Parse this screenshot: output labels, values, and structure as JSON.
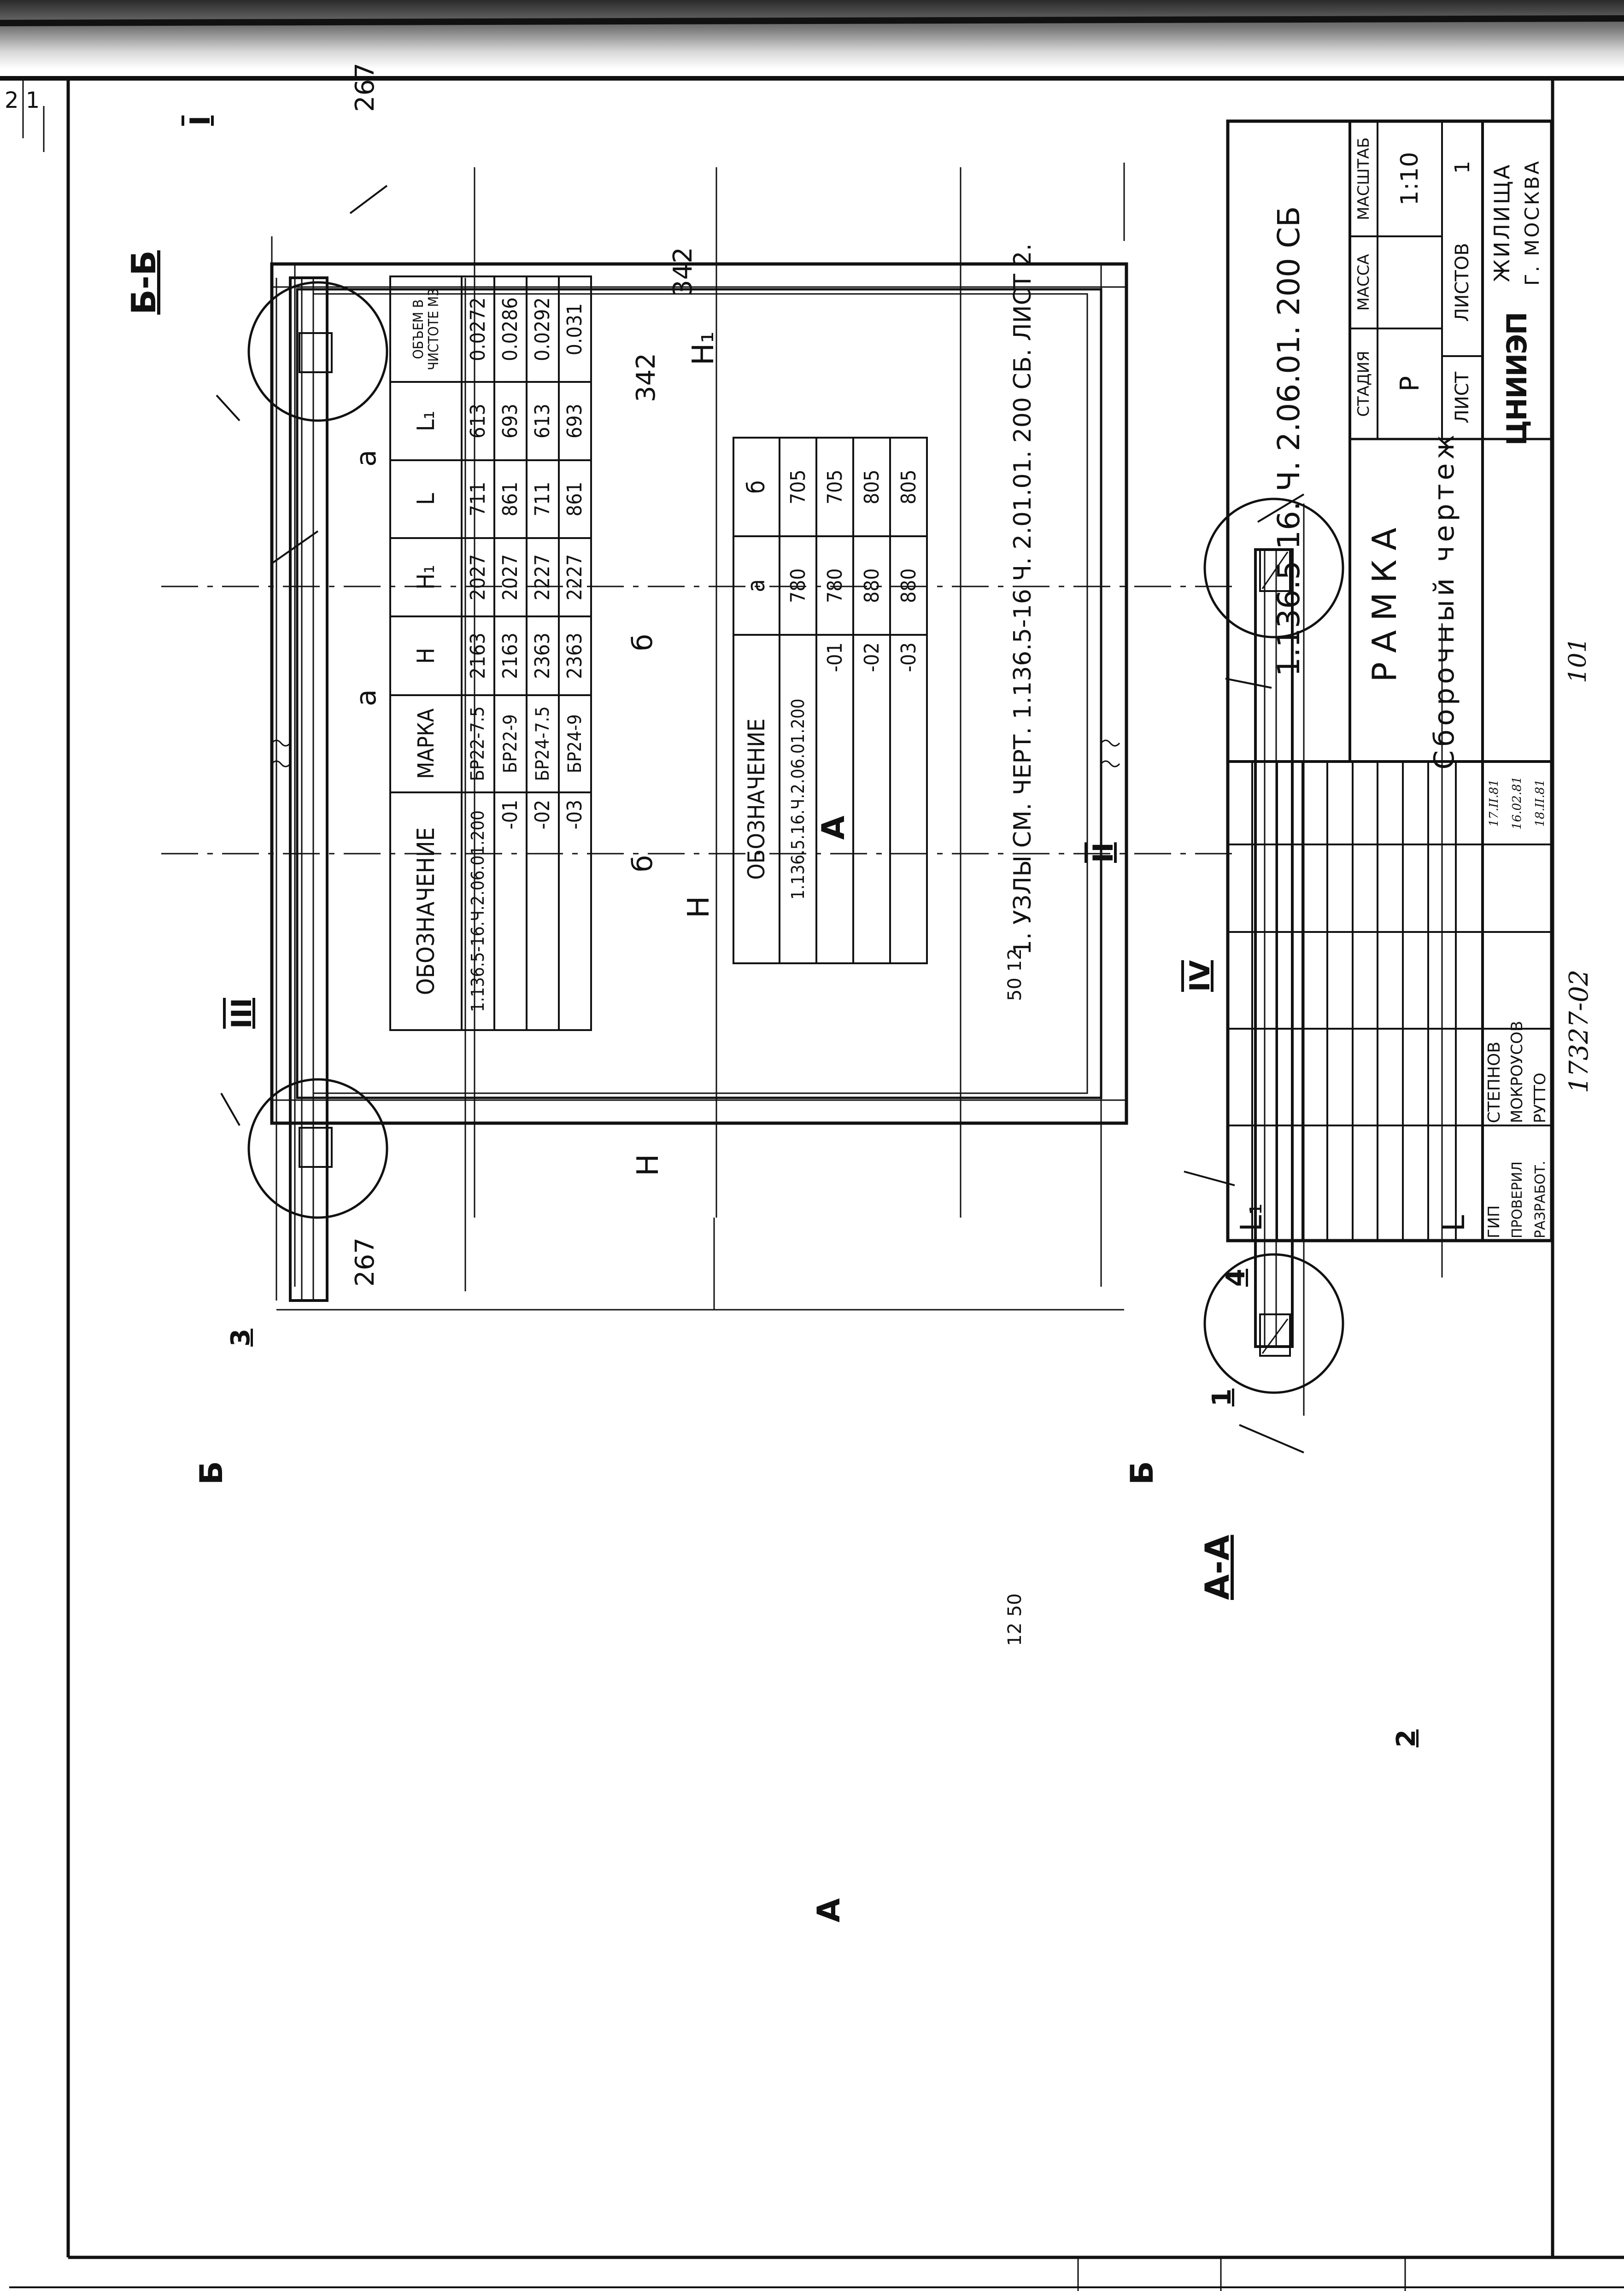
{
  "sheet": {
    "corner_mark": "2 1",
    "archive_number": "17327-02",
    "page_number": "101"
  },
  "notes": {
    "note_1": "1. УЗЛЫ СМ. ЧЕРТ. 1.136.5-16 Ч. 2.01.01. 200 СБ. ЛИСТ 2."
  },
  "table_1": {
    "headers": [
      "ОБОЗНАЧЕНИЕ",
      "МАРКА",
      "H",
      "H₁",
      "L",
      "L₁",
      "ОБЪЕМ В ЧИСТОТЕ М3"
    ],
    "rows": [
      [
        "1.136.5-16.Ч.2.06.01.200",
        "БР22-7.5",
        "2163",
        "2027",
        "711",
        "613",
        "0.0272"
      ],
      [
        "-01",
        "БР22-9",
        "2163",
        "2027",
        "861",
        "693",
        "0.0286"
      ],
      [
        "-02",
        "БР24-7.5",
        "2363",
        "2227",
        "711",
        "613",
        "0.0292"
      ],
      [
        "-03",
        "БР24-9",
        "2363",
        "2227",
        "861",
        "693",
        "0.031"
      ]
    ]
  },
  "table_2": {
    "headers": [
      "ОБОЗНАЧЕНИЕ",
      "а",
      "б"
    ],
    "rows": [
      [
        "1.136.5.16.Ч.2.06.01.200",
        "780",
        "705"
      ],
      [
        "-01",
        "780",
        "705"
      ],
      [
        "-02",
        "880",
        "805"
      ],
      [
        "-03",
        "880",
        "805"
      ]
    ]
  },
  "title_block": {
    "document_code": "1.136.5-16. Ч. 2.06.01. 200 СБ",
    "title": "РАМКА",
    "subtitle": "Сборочный чертеж",
    "stage_label": "СТАДИЯ",
    "mass_label": "МАССА",
    "scale_label": "МАСШТАБ",
    "stage_value": "Р",
    "scale_value": "1:10",
    "sheet_label": "ЛИСТ",
    "sheets_label": "ЛИСТОВ",
    "sheets_value": "1",
    "org_logo": "ЦНИИЭП",
    "org_name_1": "ЖИЛИЩА",
    "org_name_2": "Г. МОСКВА",
    "roles": [
      {
        "role": "ГИП",
        "name": "СТЕПНОВ",
        "date": "17.II.81"
      },
      {
        "role": "ПРОВЕРИЛ",
        "name": "МОКРОУСОВ",
        "date": "16.02.81"
      },
      {
        "role": "РАЗРАБОТ.",
        "name": "РУТТО",
        "date": "18.II.81"
      }
    ]
  },
  "views": {
    "section_bb": "Б-Б",
    "section_aa": "А-А",
    "cut_a": "А",
    "cut_b": "Б"
  },
  "dimensions": {
    "d267": "267",
    "d342": "342",
    "a": "а",
    "b": "б",
    "H": "H",
    "H1": "H₁",
    "L": "L",
    "L1": "L₁",
    "d12_50": "12  50",
    "d50_12": "50  12"
  },
  "nodes": {
    "I": "I",
    "II": "II",
    "III": "III",
    "IV": "IV"
  },
  "callouts": {
    "c1": "1",
    "c2": "2",
    "c3": "3",
    "c4": "4"
  },
  "colors": {
    "ink": "#111111",
    "paper": "#ffffff"
  }
}
